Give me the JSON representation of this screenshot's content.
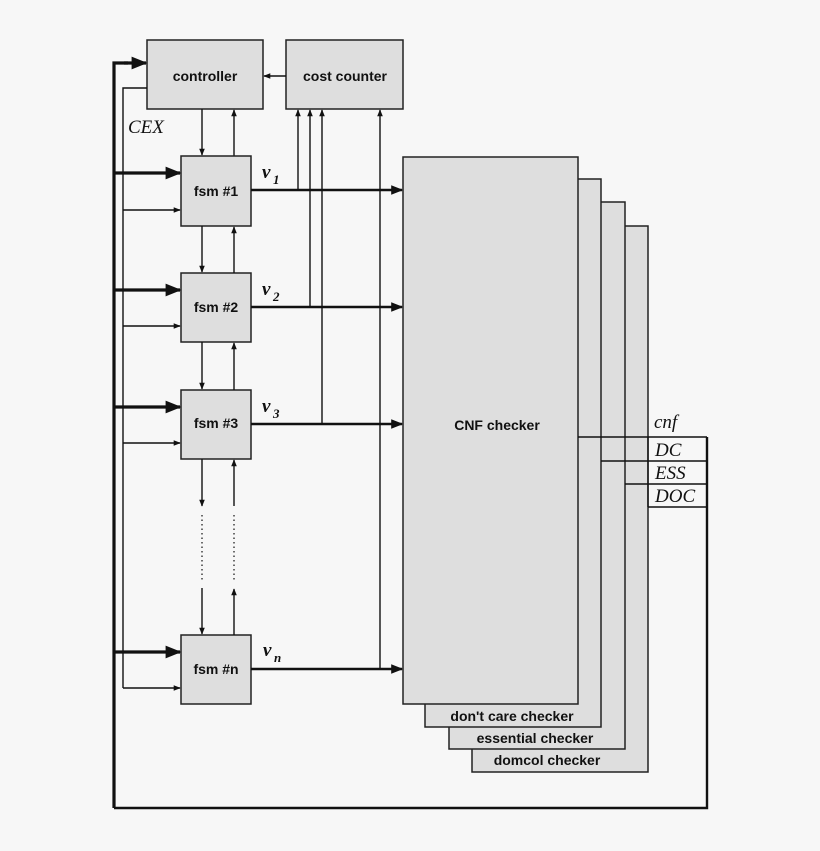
{
  "blocks": {
    "controller": "controller",
    "cost_counter": "cost counter",
    "cnf_checker": "CNF checker",
    "dont_care_checker": "don't care checker",
    "essential_checker": "essential checker",
    "domcol_checker": "domcol checker"
  },
  "fsms": [
    {
      "label": "fsm #1",
      "var": "v",
      "sub": "1"
    },
    {
      "label": "fsm #2",
      "var": "v",
      "sub": "2"
    },
    {
      "label": "fsm #3",
      "var": "v",
      "sub": "3"
    },
    {
      "label": "fsm #n",
      "var": "v",
      "sub": "n"
    }
  ],
  "signals": {
    "cex": "CEX",
    "cnf": "cnf",
    "dc": "DC",
    "ess": "ESS",
    "doc": "DOC"
  }
}
